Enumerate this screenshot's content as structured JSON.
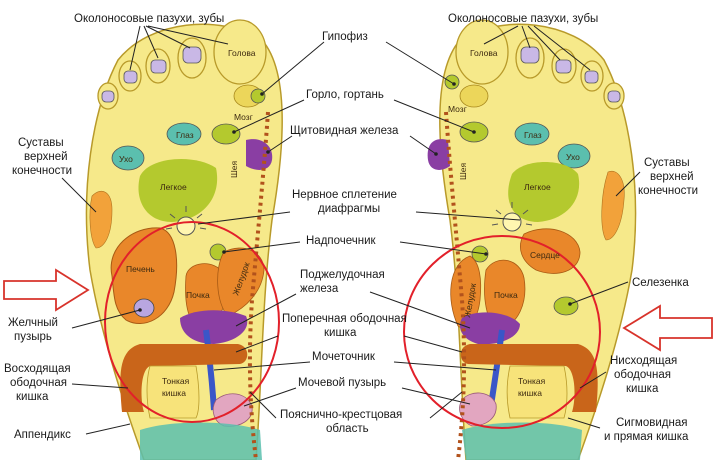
{
  "colors": {
    "foot": "#f6e98a",
    "foot_edge": "#b89a2a",
    "orange": "#e9872a",
    "orange_dark": "#c9651a",
    "green": "#b4c92e",
    "purple": "#8a3ea3",
    "lilac": "#b9a6e0",
    "blue": "#3a56c8",
    "teal": "#5bbfae",
    "circle": "#e2202a",
    "arrow": "#d8332b",
    "spine": "#b2521c"
  },
  "labels": {
    "sinuses_teeth": "Околоносовые пазухи, зубы",
    "pituitary": "Гипофиз",
    "throat_larynx": "Горло, гортань",
    "thyroid": "Щитовидная железа",
    "plexus_line1": "Нервное сплетение",
    "plexus_line2": "диафрагмы",
    "adrenal": "Надпочечник",
    "pancreas_line1": "Поджелудочная",
    "pancreas_line2": "железа",
    "transverse_line1": "Поперечная ободочная",
    "transverse_line2": "кишка",
    "ureter": "Мочеточник",
    "bladder": "Мочевой пузырь",
    "lumbosacral_line1": "Пояснично-крестцовая",
    "lumbosacral_line2": "область",
    "joints_line1": "Суставы",
    "joints_line2": "верхней",
    "joints_line3": "конечности",
    "gallbladder_line1": "Желчный",
    "gallbladder_line2": "пузырь",
    "ascending_line1": "Восходящая",
    "ascending_line2": "ободочная",
    "ascending_line3": "кишка",
    "appendix": "Аппендикс",
    "spleen": "Селезенка",
    "descending_line1": "Нисходящая",
    "descending_line2": "ободочная",
    "descending_line3": "кишка",
    "sigmoid_line1": "Сигмовидная",
    "sigmoid_line2": "и прямая кишка"
  },
  "organs": {
    "head": "Голова",
    "brain": "Мозг",
    "eye": "Глаз",
    "ear": "Ухо",
    "neck": "Шея",
    "lung": "Легкое",
    "liver": "Печень",
    "heart": "Сердце",
    "kidney": "Почка",
    "stomach": "Желудок",
    "small_intestine_1": "Тонкая",
    "small_intestine_2": "кишка"
  }
}
